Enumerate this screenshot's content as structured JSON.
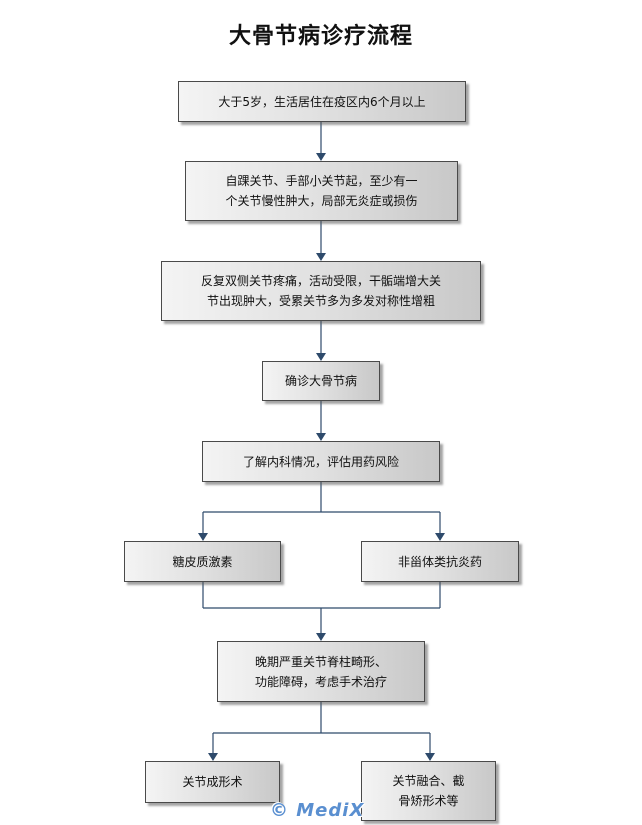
{
  "title": "大骨节病诊疗流程",
  "steps": {
    "criteria_age": "大于5岁，生活居住在疫区内6个月以上",
    "criteria_joints": [
      "自踝关节、手部小关节起，至少有一",
      "个关节慢性肿大，局部无炎症或损伤"
    ],
    "criteria_symptoms": [
      "反复双侧关节疼痛，活动受限，干骺端增大关",
      "节出现肿大，受累关节多为多发对称性增粗"
    ],
    "diagnosis": "确诊大骨节病",
    "evaluate": "了解内科情况，评估用药风险",
    "glucocorticoid": "糖皮质激素",
    "nsaid": "非甾体类抗炎药",
    "surgery_consider": [
      "晚期严重关节脊柱畸形、",
      "功能障碍，考虑手术治疗"
    ],
    "arthroplasty": "关节成形术",
    "fusion": [
      "关节融合、截",
      "骨矫形术等"
    ]
  },
  "watermark": "© MediX",
  "colors": {
    "line": "#2e4a6b",
    "box_border": "#4a4a4a",
    "watermark": "#5a8fd0"
  }
}
